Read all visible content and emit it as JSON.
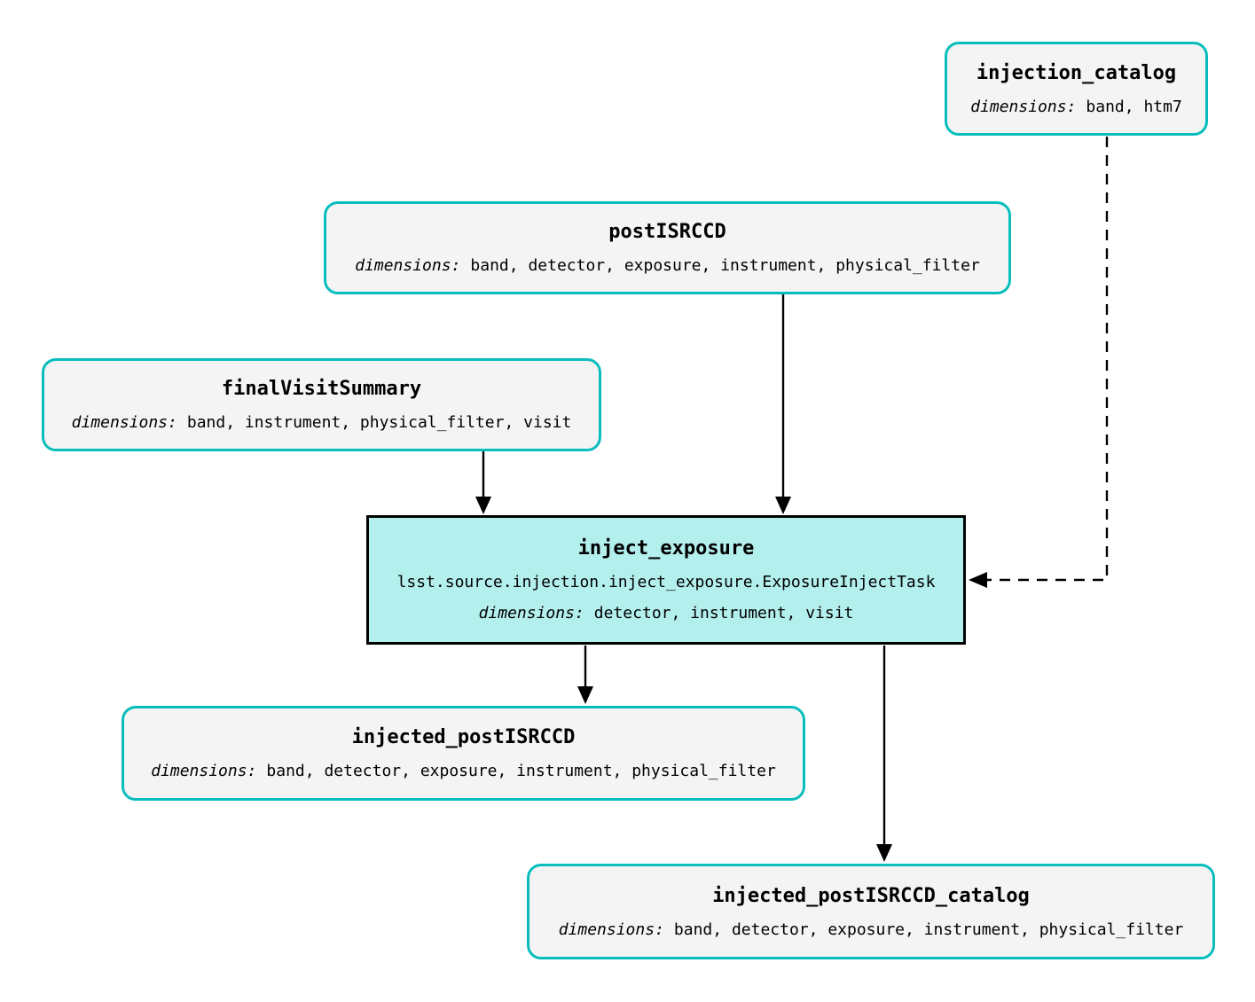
{
  "diagram": {
    "type": "pipeline-task-graph",
    "colors": {
      "background": "#ffffff",
      "dataset_fill": "#f4f4f4",
      "dataset_border": "#0abdbd",
      "task_fill": "#b3efed",
      "task_border": "#000000",
      "edge": "#000000"
    },
    "nodes": {
      "injection_catalog": {
        "type": "dataset",
        "title": "injection_catalog",
        "dimensions_label": "dimensions:",
        "dimensions": "band, htm7"
      },
      "postISRCCD": {
        "type": "dataset",
        "title": "postISRCCD",
        "dimensions_label": "dimensions:",
        "dimensions": "band, detector, exposure, instrument, physical_filter"
      },
      "finalVisitSummary": {
        "type": "dataset",
        "title": "finalVisitSummary",
        "dimensions_label": "dimensions:",
        "dimensions": "band, instrument, physical_filter, visit"
      },
      "inject_exposure": {
        "type": "task",
        "title": "inject_exposure",
        "task_class": "lsst.source.injection.inject_exposure.ExposureInjectTask",
        "dimensions_label": "dimensions:",
        "dimensions": "detector, instrument, visit"
      },
      "injected_postISRCCD": {
        "type": "dataset",
        "title": "injected_postISRCCD",
        "dimensions_label": "dimensions:",
        "dimensions": "band, detector, exposure, instrument, physical_filter"
      },
      "injected_postISRCCD_catalog": {
        "type": "dataset",
        "title": "injected_postISRCCD_catalog",
        "dimensions_label": "dimensions:",
        "dimensions": "band, detector, exposure, instrument, physical_filter"
      }
    },
    "edges": [
      {
        "from": "finalVisitSummary",
        "to": "inject_exposure",
        "style": "solid"
      },
      {
        "from": "postISRCCD",
        "to": "inject_exposure",
        "style": "solid"
      },
      {
        "from": "injection_catalog",
        "to": "inject_exposure",
        "style": "dashed"
      },
      {
        "from": "inject_exposure",
        "to": "injected_postISRCCD",
        "style": "solid"
      },
      {
        "from": "inject_exposure",
        "to": "injected_postISRCCD_catalog",
        "style": "solid"
      }
    ]
  }
}
